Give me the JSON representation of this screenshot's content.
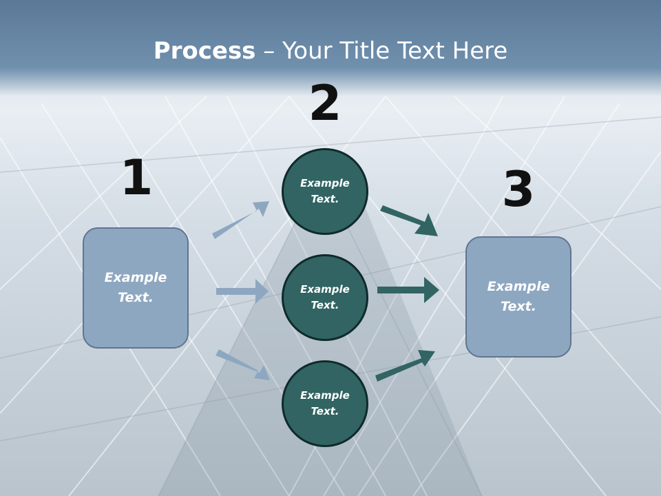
{
  "title": {
    "bold": "Process",
    "rest": " – Your Title Text Here"
  },
  "steps": {
    "num1": "1",
    "num2": "2",
    "num3": "3"
  },
  "left_box": {
    "label": "Example\nText."
  },
  "right_box": {
    "label": "Example\nText."
  },
  "circles": [
    {
      "label": "Example\nText."
    },
    {
      "label": "Example\nText."
    },
    {
      "label": "Example\nText."
    }
  ],
  "colors": {
    "header": "#6b8aa8",
    "box_fill": "#8ea7c1",
    "circle_fill": "#316463",
    "light_arrow": "#8ea7c1",
    "dark_arrow": "#316463"
  }
}
